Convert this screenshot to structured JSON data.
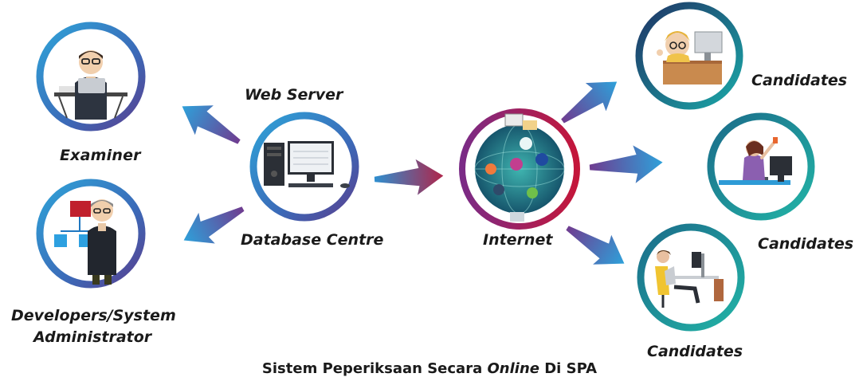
{
  "nodes": {
    "examiner": "Examiner",
    "developers_line1": "Developers/System",
    "developers_line2": "Administrator",
    "web_server": "Web Server",
    "database_centre": "Database Centre",
    "internet": "Internet",
    "candidates_1": "Candidates",
    "candidates_2": "Candidates",
    "candidates_3": "Candidates"
  },
  "caption": {
    "part1": "Sistem Peperiksaan Secara ",
    "italic": "Online",
    "part2": " Di SPA"
  },
  "colors": {
    "ring_blue": "#2f8fd0",
    "ring_navy": "#2a3f7a",
    "ring_teal": "#18a9a4",
    "ring_red": "#b01e3a",
    "arrow_purple": "#6b3a8c",
    "arrow_blue": "#2e9bd6"
  },
  "icons": [
    "examiner-avatar-icon",
    "developer-avatar-icon",
    "database-computer-icon",
    "internet-globe-icon",
    "candidate-desk-icon"
  ]
}
